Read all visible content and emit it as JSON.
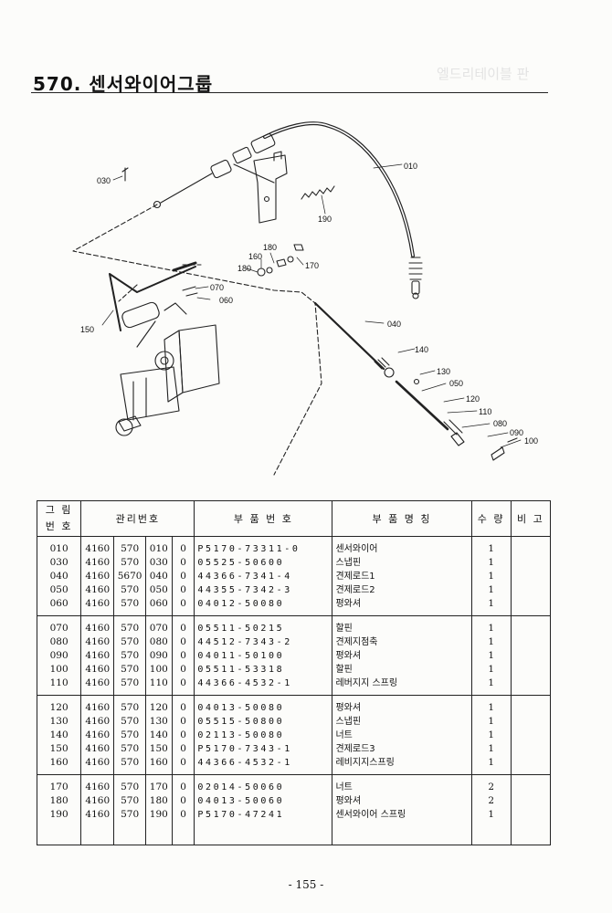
{
  "header": {
    "title": "570. 센서와이어그룹",
    "faded_text": "엘드리테이블 판"
  },
  "callouts": [
    {
      "id": "030",
      "label": "030"
    },
    {
      "id": "010",
      "label": "010"
    },
    {
      "id": "190",
      "label": "190"
    },
    {
      "id": "180a",
      "label": "180"
    },
    {
      "id": "160",
      "label": "160"
    },
    {
      "id": "180b",
      "label": "180"
    },
    {
      "id": "170",
      "label": "170"
    },
    {
      "id": "070",
      "label": "070"
    },
    {
      "id": "060",
      "label": "060"
    },
    {
      "id": "150",
      "label": "150"
    },
    {
      "id": "040",
      "label": "040"
    },
    {
      "id": "140",
      "label": "140"
    },
    {
      "id": "130",
      "label": "130"
    },
    {
      "id": "050",
      "label": "050"
    },
    {
      "id": "120",
      "label": "120"
    },
    {
      "id": "110",
      "label": "110"
    },
    {
      "id": "080",
      "label": "080"
    },
    {
      "id": "090",
      "label": "090"
    },
    {
      "id": "100",
      "label": "100"
    }
  ],
  "table": {
    "headers": {
      "fig_line1": "그 림",
      "fig_line2": "번 호",
      "mgmt": "관리번호",
      "partno": "부 품 번 호",
      "partname": "부 품 명 칭",
      "qty": "수 량",
      "remark": "비 고"
    },
    "rows": [
      {
        "fig": "010",
        "m1": "4160",
        "m2": "570",
        "m3": "010",
        "m4": "0",
        "partno": "P5170-73311-0",
        "name": "센서와이어",
        "qty": "1"
      },
      {
        "fig": "030",
        "m1": "4160",
        "m2": "570",
        "m3": "030",
        "m4": "0",
        "partno": "05525-50600",
        "name": "스냅핀",
        "qty": "1"
      },
      {
        "fig": "040",
        "m1": "4160",
        "m2": "5670",
        "m3": "040",
        "m4": "0",
        "partno": "44366-7341-4",
        "name": "견제로드1",
        "qty": "1"
      },
      {
        "fig": "050",
        "m1": "4160",
        "m2": "570",
        "m3": "050",
        "m4": "0",
        "partno": "44355-7342-3",
        "name": "견제로드2",
        "qty": "1"
      },
      {
        "fig": "060",
        "m1": "4160",
        "m2": "570",
        "m3": "060",
        "m4": "0",
        "partno": "04012-50080",
        "name": "평와셔",
        "qty": "1"
      },
      {
        "fig": "070",
        "m1": "4160",
        "m2": "570",
        "m3": "070",
        "m4": "0",
        "partno": "05511-50215",
        "name": "할핀",
        "qty": "1"
      },
      {
        "fig": "080",
        "m1": "4160",
        "m2": "570",
        "m3": "080",
        "m4": "0",
        "partno": "44512-7343-2",
        "name": "견제지점축",
        "qty": "1"
      },
      {
        "fig": "090",
        "m1": "4160",
        "m2": "570",
        "m3": "090",
        "m4": "0",
        "partno": "04011-50100",
        "name": "평와셔",
        "qty": "1"
      },
      {
        "fig": "100",
        "m1": "4160",
        "m2": "570",
        "m3": "100",
        "m4": "0",
        "partno": "05511-53318",
        "name": "할핀",
        "qty": "1"
      },
      {
        "fig": "110",
        "m1": "4160",
        "m2": "570",
        "m3": "110",
        "m4": "0",
        "partno": "44366-4532-1",
        "name": "레버지지 스프링",
        "qty": "1"
      },
      {
        "fig": "120",
        "m1": "4160",
        "m2": "570",
        "m3": "120",
        "m4": "0",
        "partno": "04013-50080",
        "name": "평와셔",
        "qty": "1"
      },
      {
        "fig": "130",
        "m1": "4160",
        "m2": "570",
        "m3": "130",
        "m4": "0",
        "partno": "05515-50800",
        "name": "스냅핀",
        "qty": "1"
      },
      {
        "fig": "140",
        "m1": "4160",
        "m2": "570",
        "m3": "140",
        "m4": "0",
        "partno": "02113-50080",
        "name": "너트",
        "qty": "1"
      },
      {
        "fig": "150",
        "m1": "4160",
        "m2": "570",
        "m3": "150",
        "m4": "0",
        "partno": "P5170-7343-1",
        "name": "견제로드3",
        "qty": "1"
      },
      {
        "fig": "160",
        "m1": "4160",
        "m2": "570",
        "m3": "160",
        "m4": "0",
        "partno": "44366-4532-1",
        "name": "레비지지스프링",
        "qty": "1"
      },
      {
        "fig": "170",
        "m1": "4160",
        "m2": "570",
        "m3": "170",
        "m4": "0",
        "partno": "02014-50060",
        "name": "너트",
        "qty": "2"
      },
      {
        "fig": "180",
        "m1": "4160",
        "m2": "570",
        "m3": "180",
        "m4": "0",
        "partno": "04013-50060",
        "name": "평와셔",
        "qty": "2"
      },
      {
        "fig": "190",
        "m1": "4160",
        "m2": "570",
        "m3": "190",
        "m4": "0",
        "partno": "P5170-47241",
        "name": "센서와이어 스프링",
        "qty": "1"
      }
    ]
  },
  "footer": {
    "page_number": "- 155 -"
  }
}
